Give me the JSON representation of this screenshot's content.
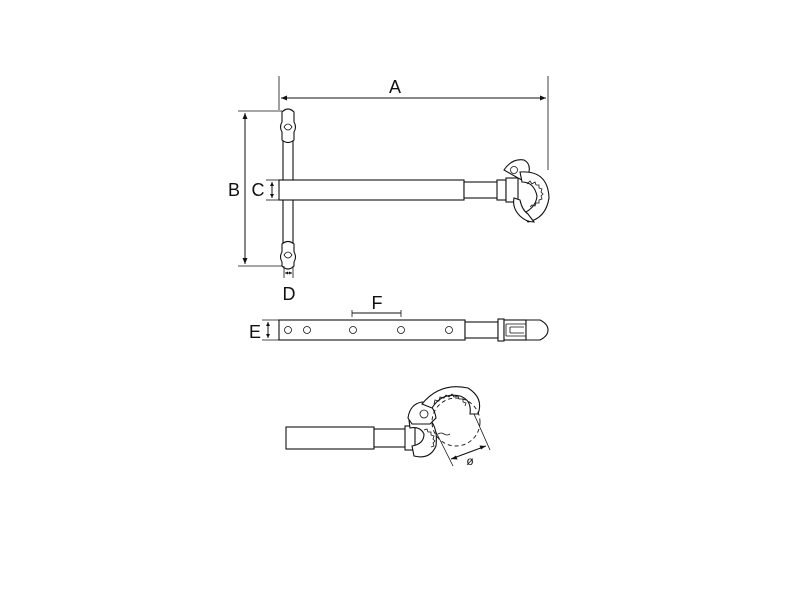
{
  "diagram": {
    "dimension_labels": {
      "a": "A",
      "b": "B",
      "c": "C",
      "d": "D",
      "e": "E",
      "f": "F",
      "diameter": "ø"
    }
  },
  "colors": {
    "line": "#111111",
    "background": "#ffffff"
  }
}
